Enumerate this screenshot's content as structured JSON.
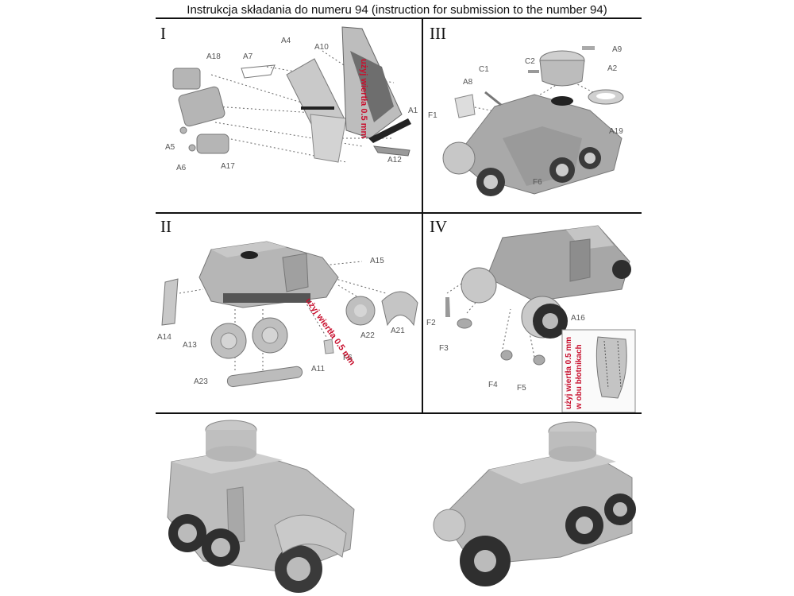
{
  "title": "Instrukcja składania do numeru 94 (instruction for submission to the number 94)",
  "panels": {
    "I": {
      "roman": "I",
      "labels": {
        "a18": "A18",
        "a7": "A7",
        "a4": "A4",
        "a10": "A10",
        "a1": "A1",
        "a5": "A5",
        "a6": "A6",
        "a17": "A17",
        "a12": "A12"
      },
      "drill_note": "użyj wiertła 0.5 mm"
    },
    "III": {
      "roman": "III",
      "labels": {
        "c2": "C2",
        "a9": "A9",
        "a2": "A2",
        "c1": "C1",
        "a8": "A8",
        "f1": "F1",
        "a19": "A19",
        "f6": "F6"
      }
    },
    "II": {
      "roman": "II",
      "labels": {
        "a15": "A15",
        "a14": "A14",
        "a13": "A13",
        "a22": "A22",
        "a21": "A21",
        "f6": "F6",
        "a11": "A11",
        "a23": "A23"
      },
      "drill_note": "użyj wiertła 0.5 mm"
    },
    "IV": {
      "roman": "IV",
      "labels": {
        "f2": "F2",
        "f3": "F3",
        "a16": "A16",
        "f4": "F4",
        "f5": "F5"
      },
      "drill_note_line1": "użyj wiertła 0.5 mm",
      "drill_note_line2": "w obu błotnikach"
    }
  },
  "colors": {
    "model_grey": "#b9b9b9",
    "model_dark": "#8a8a8a",
    "drill_red": "#c8102e",
    "divider": "#111111"
  }
}
